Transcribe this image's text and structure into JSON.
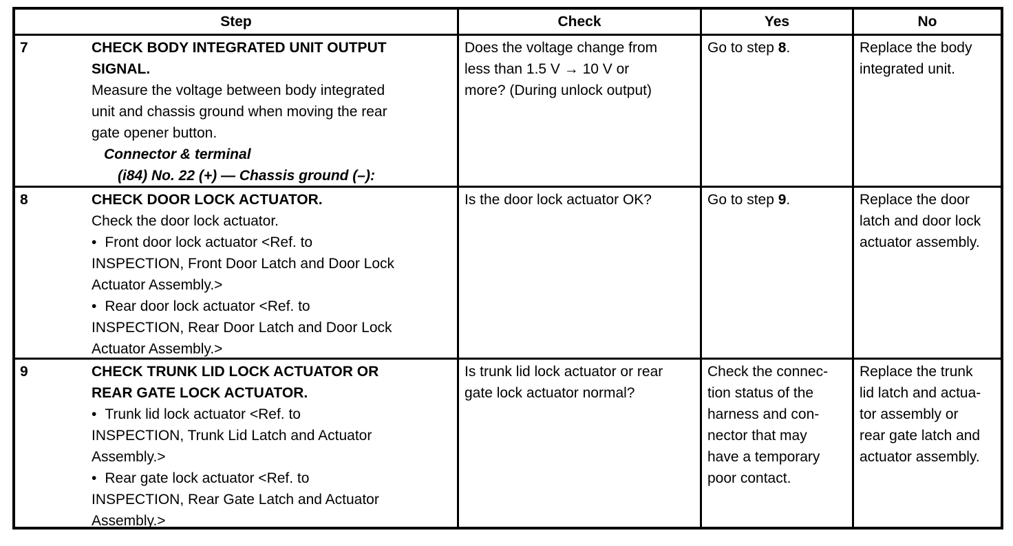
{
  "glyphs": {
    "bullet": "•"
  },
  "table": {
    "headers": {
      "step": "Step",
      "check": "Check",
      "yes": "Yes",
      "no": "No"
    },
    "rows": [
      {
        "step_no": "7",
        "title": [
          "CHECK BODY INTEGRATED UNIT OUTPUT",
          "SIGNAL."
        ],
        "description": [
          "Measure the voltage between body integrated",
          "unit and chassis ground when moving the rear",
          "gate opener button."
        ],
        "connector_heading": [
          "Connector & terminal"
        ],
        "terminal": [
          "(i84) No. 22 (+) — Chassis ground (–):"
        ],
        "check": [
          "Does the voltage change from",
          "less than 1.5 V → 10 V or",
          "more? (During unlock output)"
        ],
        "yes": {
          "prefix": "Go to step ",
          "step": "8",
          "suffix": "."
        },
        "no": [
          "Replace the body",
          "integrated unit."
        ]
      },
      {
        "step_no": "8",
        "title": [
          "CHECK DOOR LOCK ACTUATOR."
        ],
        "description": [
          "Check the door lock actuator."
        ],
        "bullets": [
          [
            "Front door lock actuator <Ref. to",
            "INSPECTION, Front Door Latch and Door Lock",
            "Actuator Assembly.>"
          ],
          [
            "Rear door lock actuator <Ref. to",
            "INSPECTION, Rear Door Latch and Door Lock",
            "Actuator Assembly.>"
          ]
        ],
        "check": [
          "Is the door lock actuator OK?"
        ],
        "yes": {
          "prefix": "Go to step ",
          "step": "9",
          "suffix": "."
        },
        "no": [
          "Replace the door",
          "latch and door lock",
          "actuator assembly."
        ]
      },
      {
        "step_no": "9",
        "title": [
          "CHECK TRUNK LID LOCK ACTUATOR OR",
          "REAR GATE LOCK ACTUATOR."
        ],
        "bullets": [
          [
            "Trunk lid lock actuator <Ref. to",
            "INSPECTION, Trunk Lid Latch and Actuator",
            "Assembly.>"
          ],
          [
            "Rear gate lock actuator <Ref. to",
            "INSPECTION, Rear Gate Latch and Actuator",
            "Assembly.>"
          ]
        ],
        "check": [
          "Is trunk lid lock actuator or rear",
          "gate lock actuator normal?"
        ],
        "yes": [
          "Check the connec-",
          "tion status of the",
          "harness and con-",
          "nector that may",
          "have a temporary",
          "poor contact."
        ],
        "no": [
          "Replace the trunk",
          "lid latch and actua-",
          "tor assembly or",
          "rear gate latch and",
          "actuator assembly."
        ]
      }
    ]
  }
}
